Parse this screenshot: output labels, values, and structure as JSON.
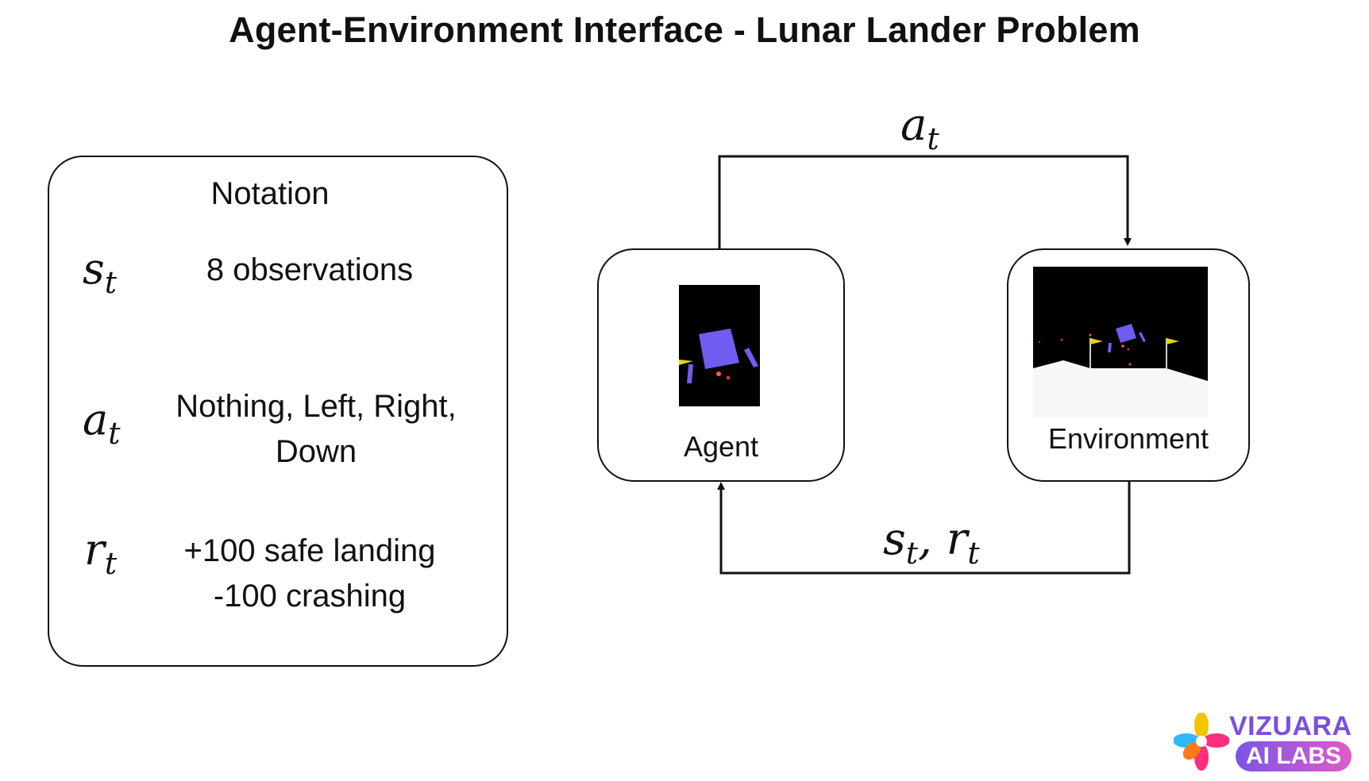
{
  "title": "Agent-Environment Interface - Lunar Lander Problem",
  "notation": {
    "heading": "Notation",
    "rows": [
      {
        "symbol": "s",
        "subscript": "t",
        "lines": [
          "8 observations"
        ]
      },
      {
        "symbol": "a",
        "subscript": "t",
        "lines": [
          "Nothing, Left, Right,",
          "Down"
        ]
      },
      {
        "symbol": "r",
        "subscript": "t",
        "lines": [
          "+100 safe landing",
          "-100 crashing"
        ]
      }
    ]
  },
  "diagram": {
    "agent_label": "Agent",
    "environment_label": "Environment",
    "action_edge": {
      "symbol": "a",
      "subscript": "t"
    },
    "feedback_edge": {
      "symbol1": "s",
      "sub1": "t",
      "sep": ", ",
      "symbol2": "r",
      "sub2": "t"
    }
  },
  "logo": {
    "top": "VIZUARA",
    "bottom": "AI LABS"
  },
  "colors": {
    "lander": "#6f5cf0",
    "flag": "#e6d21a",
    "ground": "#f7f7f9",
    "logo_purple": "#7b4fe0",
    "logo_pink": "#e05bc8"
  }
}
